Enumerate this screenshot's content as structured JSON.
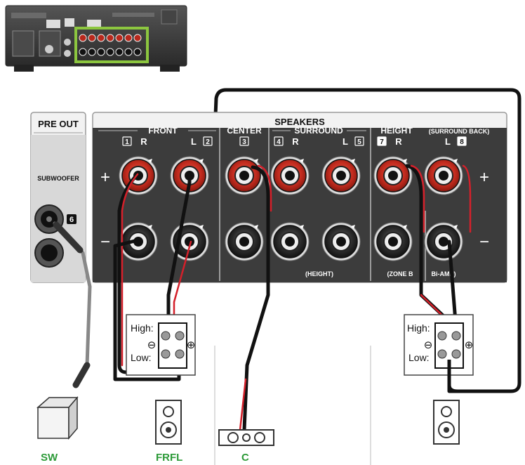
{
  "panel": {
    "preout_title": "PRE OUT",
    "subwoofer_label": "SUBWOOFER",
    "sub_number": "6",
    "speakers_title": "SPEAKERS",
    "plus": "+",
    "minus": "−"
  },
  "groups": [
    {
      "title": "FRONT"
    },
    {
      "title": "CENTER"
    },
    {
      "title": "SURROUND"
    },
    {
      "title": "HEIGHT",
      "suffix": "(SURROUND BACK)"
    }
  ],
  "terminals": [
    {
      "num": "1",
      "side": "R",
      "inverted": false
    },
    {
      "num": "2",
      "side": "L",
      "inverted": false
    },
    {
      "num": "3",
      "side": "",
      "inverted": false
    },
    {
      "num": "4",
      "side": "R",
      "inverted": false
    },
    {
      "num": "5",
      "side": "L",
      "inverted": false
    },
    {
      "num": "7",
      "side": "R",
      "inverted": true
    },
    {
      "num": "8",
      "side": "L",
      "inverted": true
    }
  ],
  "bottom_labels": {
    "height": "(HEIGHT)",
    "zone": "(ZONE B",
    "biamp": "Bi-AMP)"
  },
  "speaker_box": {
    "high": "High:",
    "low": "Low:",
    "minus": "⊖",
    "plus": "⊕"
  },
  "speakers": {
    "sw": "SW",
    "frfl": "FRFL",
    "c": "C"
  },
  "colors": {
    "panel": "#3c3c3c",
    "red_post": "#c22b1e",
    "black_post": "#1a1a1a",
    "wire_red": "#d4202a",
    "label_green": "#2c9a38",
    "highlight": "#8cc63f"
  }
}
